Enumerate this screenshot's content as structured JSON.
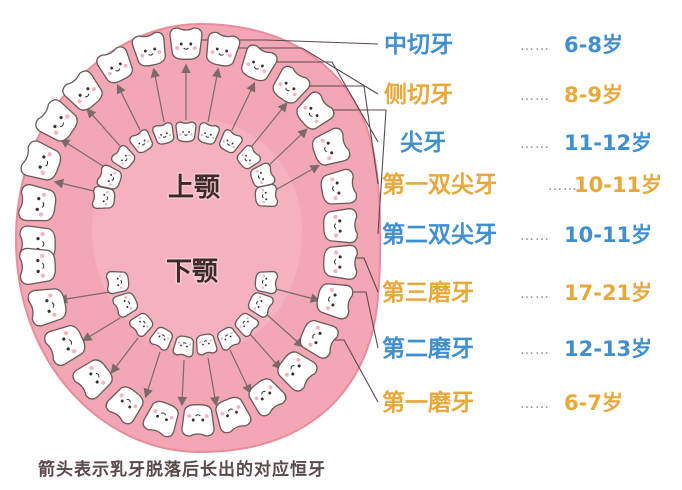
{
  "jaws": {
    "upper": "上颚",
    "lower": "下颚"
  },
  "teeth": [
    {
      "name": "中切牙",
      "age": "6-8岁",
      "color": "#3f8fd2"
    },
    {
      "name": "侧切牙",
      "age": "8-9岁",
      "color": "#e8a83a"
    },
    {
      "name": "尖牙",
      "age": "11-12岁",
      "color": "#3f8fd2"
    },
    {
      "name": "第一双尖牙",
      "age": "10-11岁",
      "color": "#e8a83a"
    },
    {
      "name": "第二双尖牙",
      "age": "10-11岁",
      "color": "#3f8fd2"
    },
    {
      "name": "第三磨牙",
      "age": "17-21岁",
      "color": "#e8a83a"
    },
    {
      "name": "第二磨牙",
      "age": "12-13岁",
      "color": "#3f8fd2"
    },
    {
      "name": "第一磨牙",
      "age": "6-7岁",
      "color": "#e8a83a"
    }
  ],
  "leader_dots": "……",
  "footnote": "箭头表示乳牙脱落后长出的对应恒牙",
  "colors": {
    "gum": "#f3a6b3",
    "gum_edge": "#e98c9c",
    "tooth_fill": "#ffffff",
    "tooth_outline": "#6b5a5a",
    "blush": "#f4a3ae",
    "blue_label": "#3f8fd2",
    "yellow_label": "#e8a83a"
  }
}
